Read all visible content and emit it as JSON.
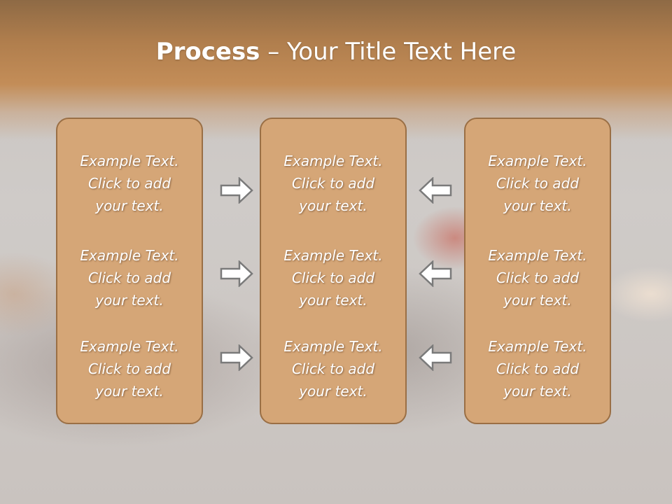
{
  "title": {
    "bold": "Process",
    "rest": " – Your Title Text Here"
  },
  "columns": [
    {
      "items": [
        {
          "line1": "Example Text.",
          "line2": "Click  to add",
          "line3": "your text."
        },
        {
          "line1": "Example Text.",
          "line2": "Click  to add",
          "line3": "your text."
        },
        {
          "line1": "Example Text.",
          "line2": "Click  to add",
          "line3": "your text."
        }
      ]
    },
    {
      "items": [
        {
          "line1": "Example Text.",
          "line2": "Click  to add",
          "line3": "your text."
        },
        {
          "line1": "Example Text.",
          "line2": "Click  to add",
          "line3": "your text."
        },
        {
          "line1": "Example Text.",
          "line2": "Click  to add",
          "line3": "your text."
        }
      ]
    },
    {
      "items": [
        {
          "line1": "Example Text.",
          "line2": "Click  to add",
          "line3": "your text."
        },
        {
          "line1": "Example Text.",
          "line2": "Click  to add",
          "line3": "your text."
        },
        {
          "line1": "Example Text.",
          "line2": "Click  to add",
          "line3": "your text."
        }
      ]
    }
  ],
  "arrows": {
    "left_direction": "right",
    "right_direction": "left",
    "icon": "arrow-icon"
  },
  "colors": {
    "header": "#c38d58",
    "box_fill": "#d5a677",
    "box_border": "#9a6f45",
    "arrow_fill": "#ffffff",
    "arrow_stroke": "#7a7a7a"
  }
}
